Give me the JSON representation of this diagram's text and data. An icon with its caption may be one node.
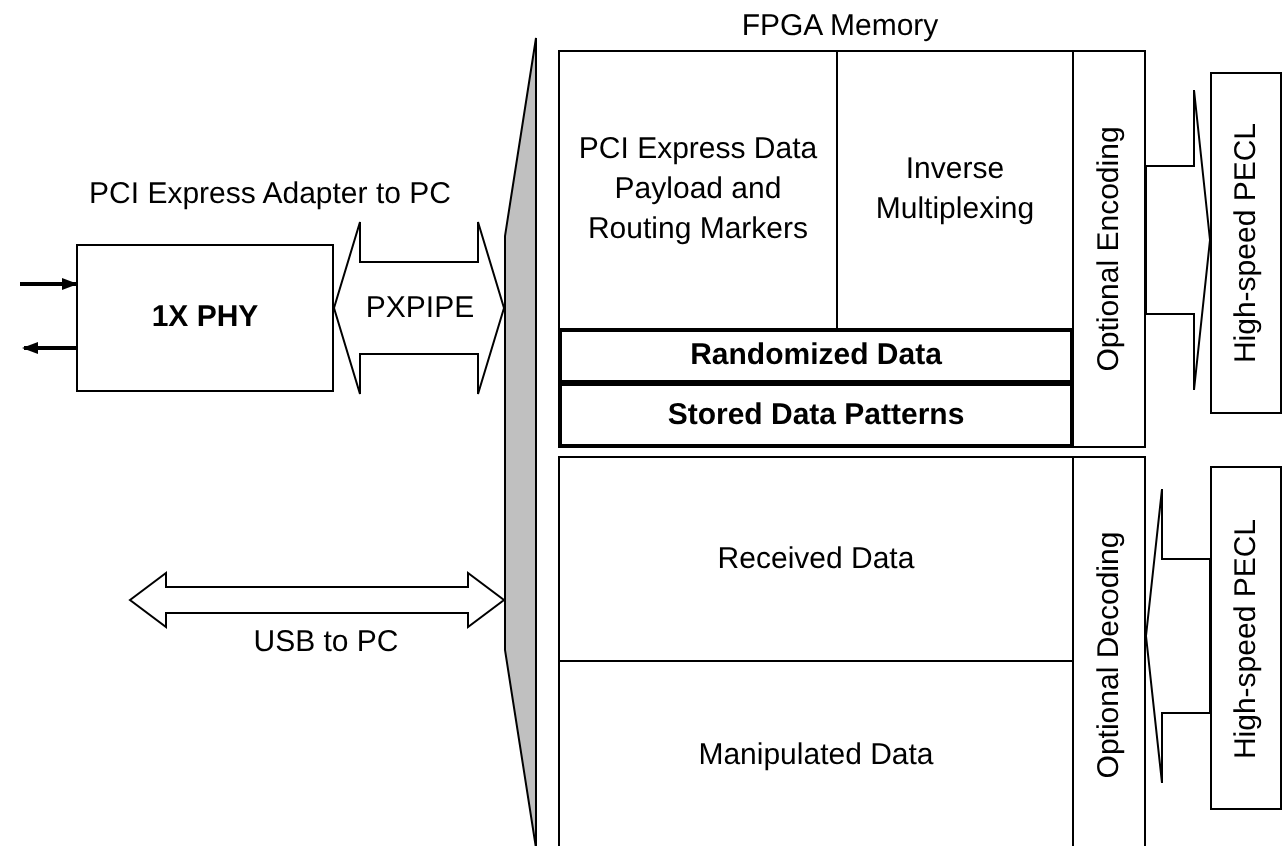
{
  "diagram": {
    "nodes": [
      {
        "text": [
          "1X PHY"
        ]
      },
      {
        "text": [],
        "shape": "bar"
      },
      {
        "text": [
          "PCI Express Data Payload and Routing Markers"
        ]
      },
      {
        "text": [
          "Inverse Multiplexing"
        ]
      },
      {
        "text": [
          "Randomized Data"
        ]
      },
      {
        "text": [
          "Stored Data Patterns"
        ]
      },
      {
        "text": [
          "Optional Encoding"
        ]
      },
      {
        "text": [
          "High-speed PECL"
        ]
      },
      {
        "text": [
          "Received Data"
        ]
      },
      {
        "text": [
          "Manipulated Data"
        ]
      },
      {
        "text": [
          "Optional Decoding"
        ]
      },
      {
        "text": [
          "High-speed PECL"
        ]
      }
    ],
    "edges": [
      {
        "from": null,
        "to": 0,
        "arrow": "to"
      },
      {
        "from": 0,
        "to": null,
        "arrow": "to"
      },
      {
        "from": 0,
        "to": 1,
        "arrow": "both",
        "label": "PXPIPE",
        "style": "thick"
      },
      {
        "from": null,
        "to": 1,
        "arrow": "both",
        "label": "USB to PC",
        "style": "thick"
      },
      {
        "from": 6,
        "to": 7,
        "arrow": "to",
        "style": "thick"
      },
      {
        "from": 11,
        "to": 10,
        "arrow": "to",
        "style": "thick"
      }
    ],
    "labels": [
      "PCI Express Adapter to PC",
      "FPGA Memory"
    ]
  }
}
